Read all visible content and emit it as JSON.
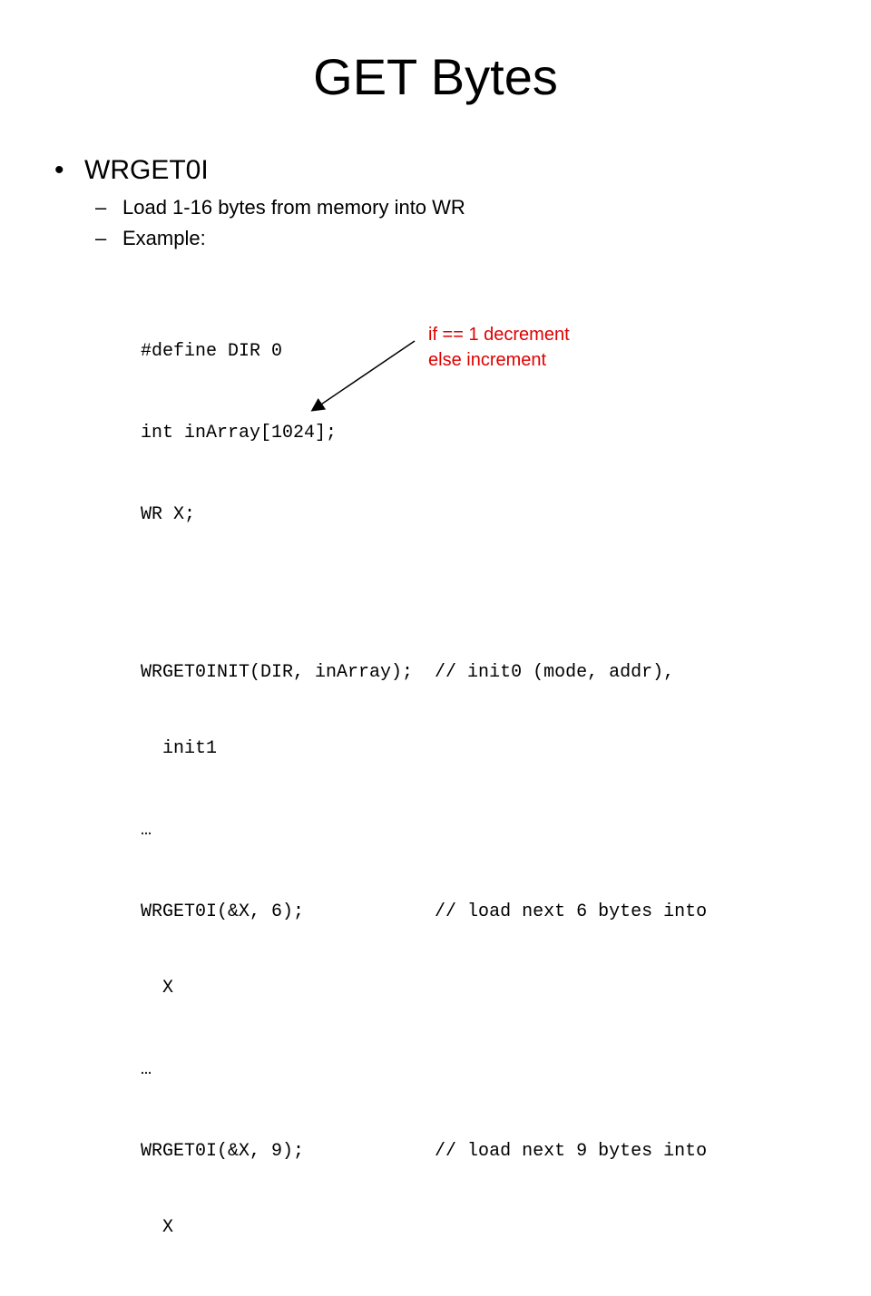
{
  "slide": {
    "title": "GET Bytes",
    "bullet_symbol": "•",
    "bullet": "WRGET0I",
    "dash_symbol": "–",
    "subitems": [
      "Load 1-16 bytes from memory into WR",
      "Example:"
    ],
    "code": [
      "#define DIR 0",
      "int inArray[1024];",
      "WR X;",
      "",
      "WRGET0INIT(DIR, inArray);  // init0 (mode, addr),",
      "init1",
      "…",
      "WRGET0I(&X, 6);            // load next 6 bytes into",
      "X",
      "…",
      "WRGET0I(&X, 9);            // load next 9 bytes into",
      "X"
    ],
    "annotation": {
      "line1": "if == 1 decrement",
      "line2": "else increment",
      "color": "#e00000"
    }
  }
}
